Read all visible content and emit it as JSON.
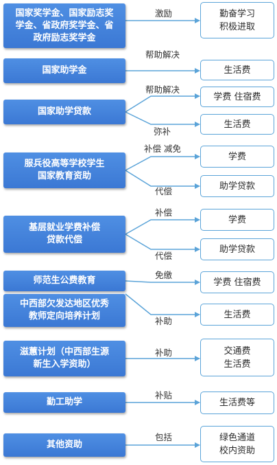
{
  "colors": {
    "primary": "#3b78d4",
    "line": "#5aa3d8",
    "outline": "#5aa3d8"
  },
  "programs": [
    {
      "name": "国家奖学金、国家励志奖\n学金、省政府奖学金、省\n政府励志奖学金"
    },
    {
      "name": "国家助学金"
    },
    {
      "name": "国家助学贷款"
    },
    {
      "name": "服兵役高等学校学生\n国家教育资助"
    },
    {
      "name": "基层就业学费补偿\n贷款代偿"
    },
    {
      "name": "师范生公费教育"
    },
    {
      "name": "中西部欠发达地区优秀\n教师定向培养计划"
    },
    {
      "name": "滋蕙计划（中西部生源\n新生入学资助）"
    },
    {
      "name": "勤工助学"
    },
    {
      "name": "其他资助"
    }
  ],
  "outcomes": [
    "勤奋学习\n积极进取",
    "生活费",
    "学费  住宿费",
    "生活费",
    "学费",
    "助学贷款",
    "学费",
    "助学贷款",
    "学费  住宿费",
    "生活费",
    "交通费\n生活费",
    "生活费等",
    "绿色通道\n校内资助"
  ],
  "edge_labels": [
    "激励",
    "帮助解决",
    "帮助解决",
    "弥补",
    "补偿  减免",
    "代偿",
    "补偿",
    "代偿",
    "免缴",
    "补助",
    "补助",
    "补贴",
    "包括"
  ]
}
